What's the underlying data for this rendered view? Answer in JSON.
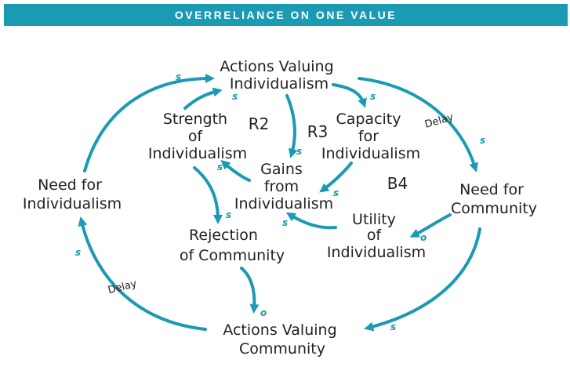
{
  "header": {
    "title": "OVERRELIANCE ON ONE VALUE"
  },
  "colors": {
    "accent": "#1a9ab3",
    "text": "#222222",
    "background": "#ffffff"
  },
  "nodes": {
    "actions_individualism": [
      "Actions Valuing",
      "Individualism"
    ],
    "strength_individualism": [
      "Strength",
      "of",
      "Individualism"
    ],
    "capacity_individualism": [
      "Capacity",
      "for",
      "Individualism"
    ],
    "gains_individualism": [
      "Gains",
      "from",
      "Individualism"
    ],
    "need_individualism": [
      "Need for",
      "Individualism"
    ],
    "need_community": [
      "Need for",
      "Community"
    ],
    "utility_individualism": [
      "Utility",
      "of",
      "Individualism"
    ],
    "rejection_community": [
      "Rejection",
      "of Community"
    ],
    "actions_community": [
      "Actions Valuing",
      "Community"
    ]
  },
  "loops": {
    "r2": "R2",
    "r3": "R3",
    "b4": "B4"
  },
  "delays": {
    "top_right": "Delay",
    "bottom_left": "Delay"
  },
  "polarities": {
    "need_ind_to_actions_ind": "s",
    "strength_to_actions_ind": "s",
    "actions_ind_to_capacity": "s",
    "actions_ind_to_gains": "s",
    "actions_ind_to_need_comm": "s",
    "capacity_to_gains": "s",
    "gains_to_strength": "s",
    "strength_to_rejection": "s",
    "utility_to_gains": "s",
    "need_comm_to_utility": "o",
    "rejection_to_actions_comm": "o",
    "need_comm_to_actions_comm": "s",
    "actions_comm_to_need_ind": "s"
  }
}
